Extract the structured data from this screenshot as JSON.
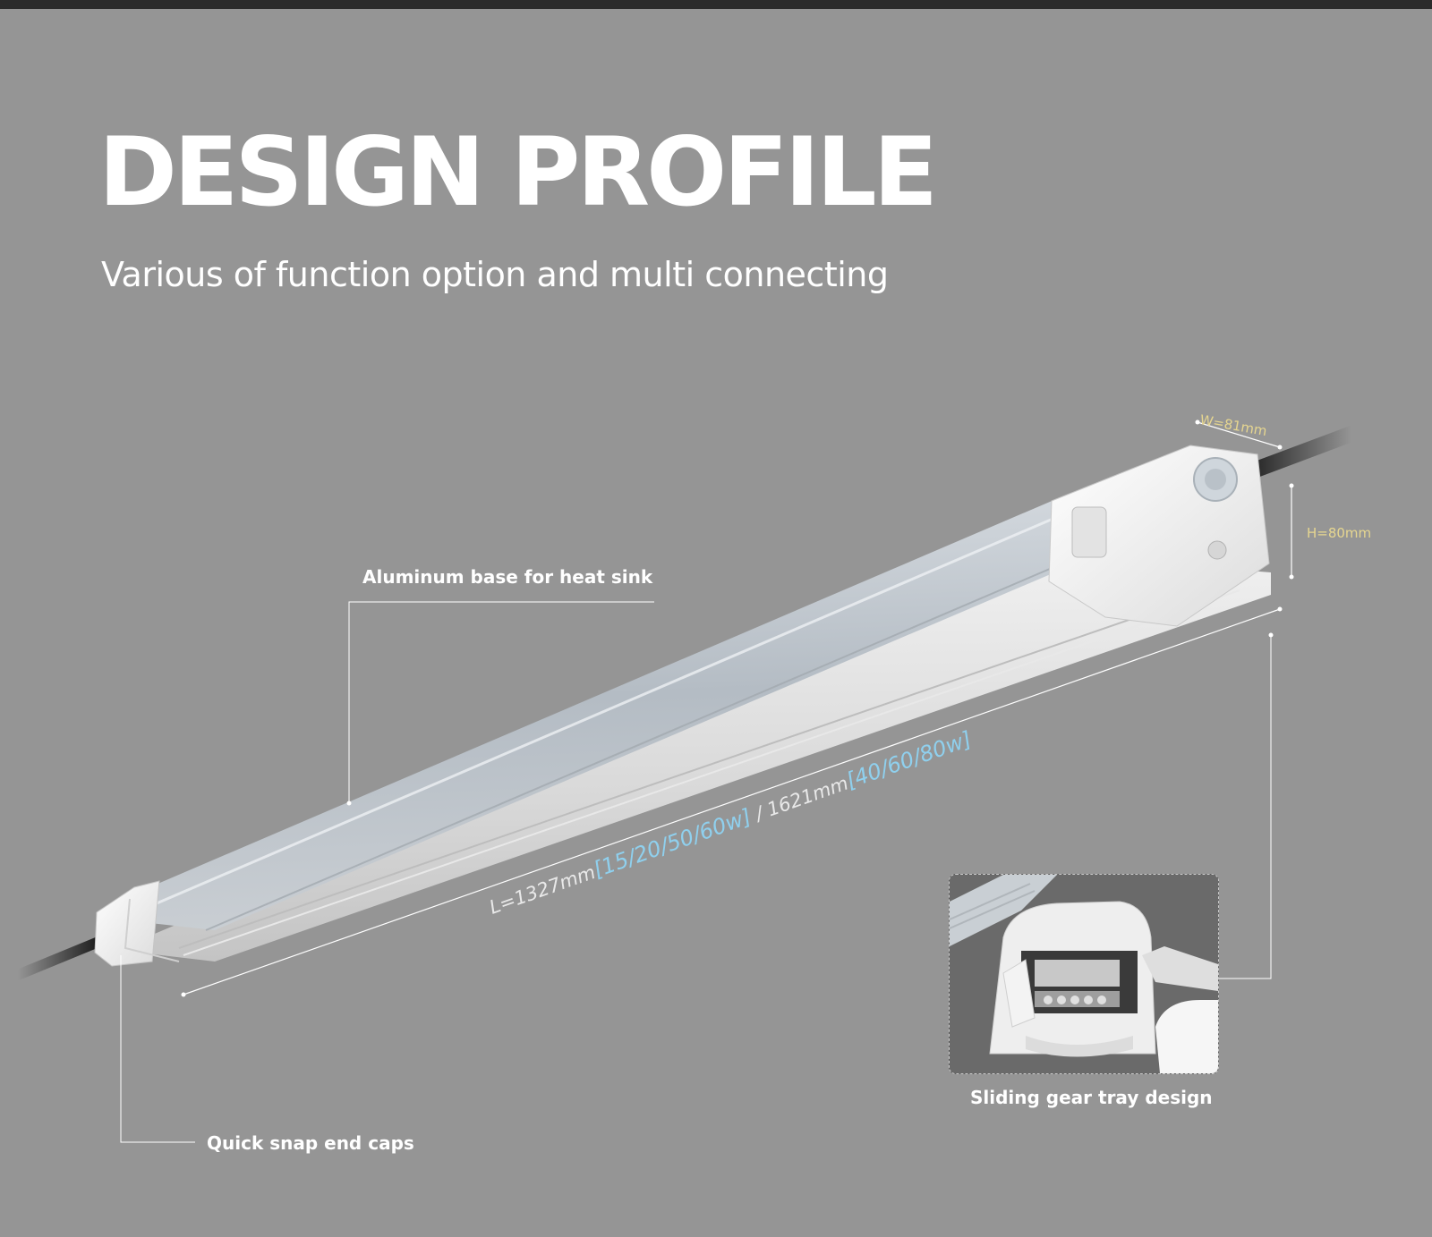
{
  "heading": {
    "title": "DESIGN PROFILE",
    "subtitle": "Various of function option and multi connecting"
  },
  "dimensions": {
    "width": "W=81mm",
    "height": "H=80mm",
    "length_a": "L=1327mm",
    "watts_a": "[15/20/50/60w]",
    "separator": " / ",
    "length_b": "1621mm",
    "watts_b": "[40/60/80w]"
  },
  "callouts": {
    "heatsink": "Aluminum base for heat sink",
    "end_caps": "Quick snap end caps",
    "gear_tray": "Sliding gear tray design"
  },
  "colors": {
    "background": "#959595",
    "dimension_text": "#e6d690",
    "watt_text": "#8fd0ee",
    "length_text": "#e9e9e9"
  }
}
